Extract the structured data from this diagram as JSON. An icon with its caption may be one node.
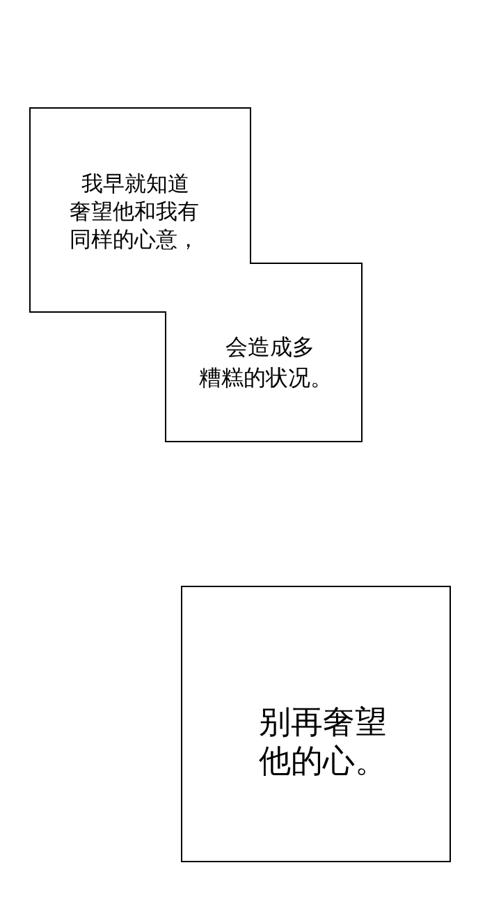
{
  "diagram": {
    "nodes": [
      {
        "text": [
          "我早就知道奢望他和我有同样的心意，"
        ]
      },
      {
        "text": [
          "会造成多糟糕的状况。"
        ]
      },
      {
        "text": [
          "别再奢望他的心。"
        ]
      }
    ]
  }
}
